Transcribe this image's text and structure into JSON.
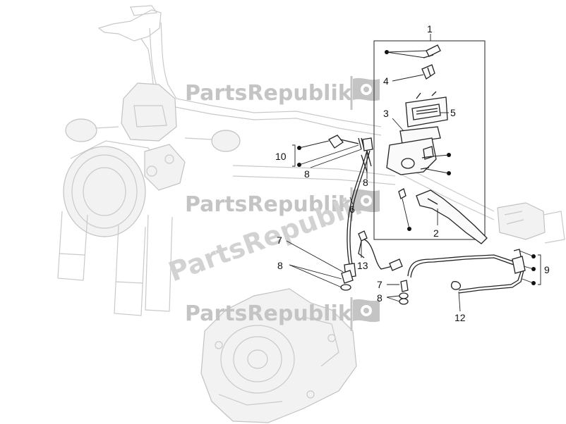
{
  "watermark": {
    "brand": "PartsRepublik"
  },
  "callouts": [
    {
      "id": "c1",
      "label": "1"
    },
    {
      "id": "c2",
      "label": "2"
    },
    {
      "id": "c3",
      "label": "3"
    },
    {
      "id": "c4",
      "label": "4"
    },
    {
      "id": "c5",
      "label": "5"
    },
    {
      "id": "c6",
      "label": "6"
    },
    {
      "id": "c7a",
      "label": "7"
    },
    {
      "id": "c7b",
      "label": "7"
    },
    {
      "id": "c8a",
      "label": "8"
    },
    {
      "id": "c8b",
      "label": "8"
    },
    {
      "id": "c8c",
      "label": "8"
    },
    {
      "id": "c8d",
      "label": "8"
    },
    {
      "id": "c9",
      "label": "9"
    },
    {
      "id": "c10",
      "label": "10"
    },
    {
      "id": "c12",
      "label": "12"
    },
    {
      "id": "c13",
      "label": "13"
    }
  ],
  "colors": {
    "line": "#222222",
    "ghost": "#c9c9c9",
    "watermark": "#c4c4c4"
  }
}
